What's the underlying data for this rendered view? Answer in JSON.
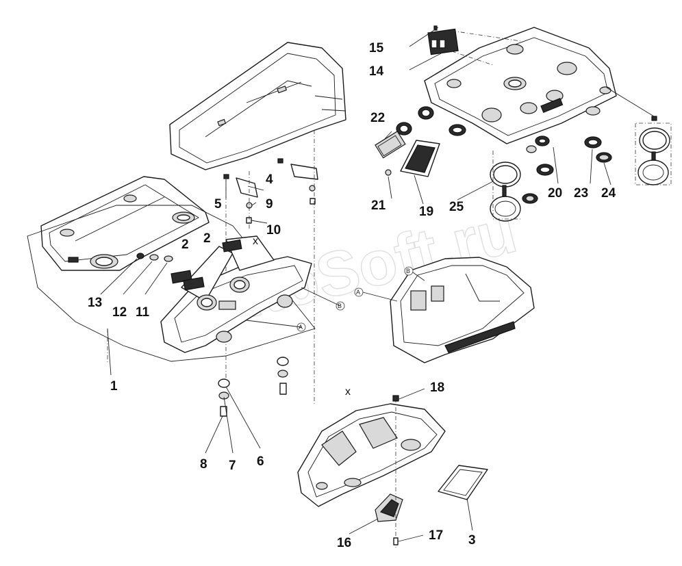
{
  "watermark": "AutoSoft.ru",
  "callouts": [
    {
      "id": "c1",
      "text": "1"
    },
    {
      "id": "c2a",
      "text": "2"
    },
    {
      "id": "c2b",
      "text": "2"
    },
    {
      "id": "c3",
      "text": "3"
    },
    {
      "id": "c4",
      "text": "4"
    },
    {
      "id": "c5",
      "text": "5"
    },
    {
      "id": "c6",
      "text": "6"
    },
    {
      "id": "c7",
      "text": "7"
    },
    {
      "id": "c8",
      "text": "8"
    },
    {
      "id": "c9",
      "text": "9"
    },
    {
      "id": "c10",
      "text": "10"
    },
    {
      "id": "c11",
      "text": "11"
    },
    {
      "id": "c12",
      "text": "12"
    },
    {
      "id": "c13",
      "text": "13"
    },
    {
      "id": "c14",
      "text": "14"
    },
    {
      "id": "c15",
      "text": "15"
    },
    {
      "id": "c16",
      "text": "16"
    },
    {
      "id": "c17",
      "text": "17"
    },
    {
      "id": "c18",
      "text": "18"
    },
    {
      "id": "c19",
      "text": "19"
    },
    {
      "id": "c20",
      "text": "20"
    },
    {
      "id": "c21",
      "text": "21"
    },
    {
      "id": "c22",
      "text": "22"
    },
    {
      "id": "c23",
      "text": "23"
    },
    {
      "id": "c24",
      "text": "24"
    },
    {
      "id": "c25",
      "text": "25"
    }
  ],
  "reference_marks": [
    "A",
    "B"
  ],
  "view_marks": [
    "X"
  ],
  "x_marks": {
    "first": "x",
    "second": "x"
  }
}
